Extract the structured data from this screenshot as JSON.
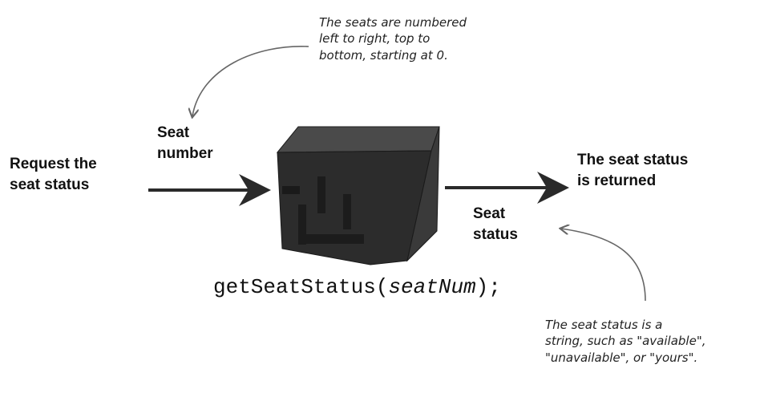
{
  "annotations": {
    "seat_numbering_note": [
      "The seats are numbered",
      "left to right, top to",
      "bottom, starting at 0."
    ],
    "seat_status_note": [
      "The seat status is a",
      "string, such as \"available\",",
      "\"unavailable\", or \"yours\"."
    ]
  },
  "labels": {
    "request": [
      "Request the",
      "seat status"
    ],
    "seat_number": [
      "Seat",
      "number"
    ],
    "returned": [
      "The seat status",
      "is returned"
    ],
    "seat_status": [
      "Seat",
      "status"
    ]
  },
  "code": {
    "function_name": "getSeatStatus(",
    "argument": "seatNum",
    "suffix": ");"
  },
  "icons": {
    "black_box": "black-box-function-icon"
  },
  "colors": {
    "ink": "#111111",
    "arrow": "#2a2a2a",
    "annotation_curve": "#666666",
    "box_top": "#4a4a4a",
    "box_front": "#2c2c2c",
    "box_side": "#3a3a3a"
  }
}
